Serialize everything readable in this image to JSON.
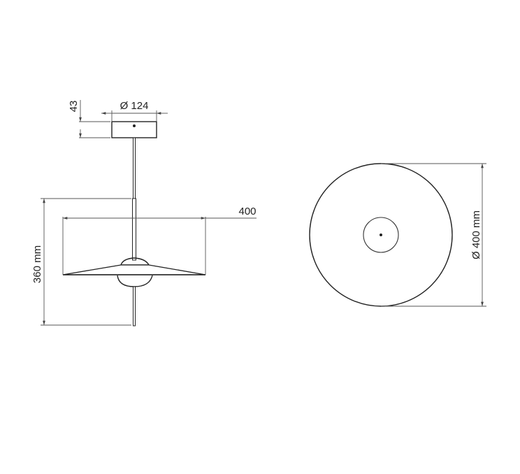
{
  "side_view": {
    "canopy_diameter_label": "Ø 124",
    "canopy_height_label": "43",
    "shade_width_label": "400",
    "total_height_label": "360 mm"
  },
  "top_view": {
    "diameter_label": "Ø 400 mm"
  },
  "colors": {
    "line": "#222222",
    "dimension": "#555555",
    "background": "#ffffff"
  }
}
